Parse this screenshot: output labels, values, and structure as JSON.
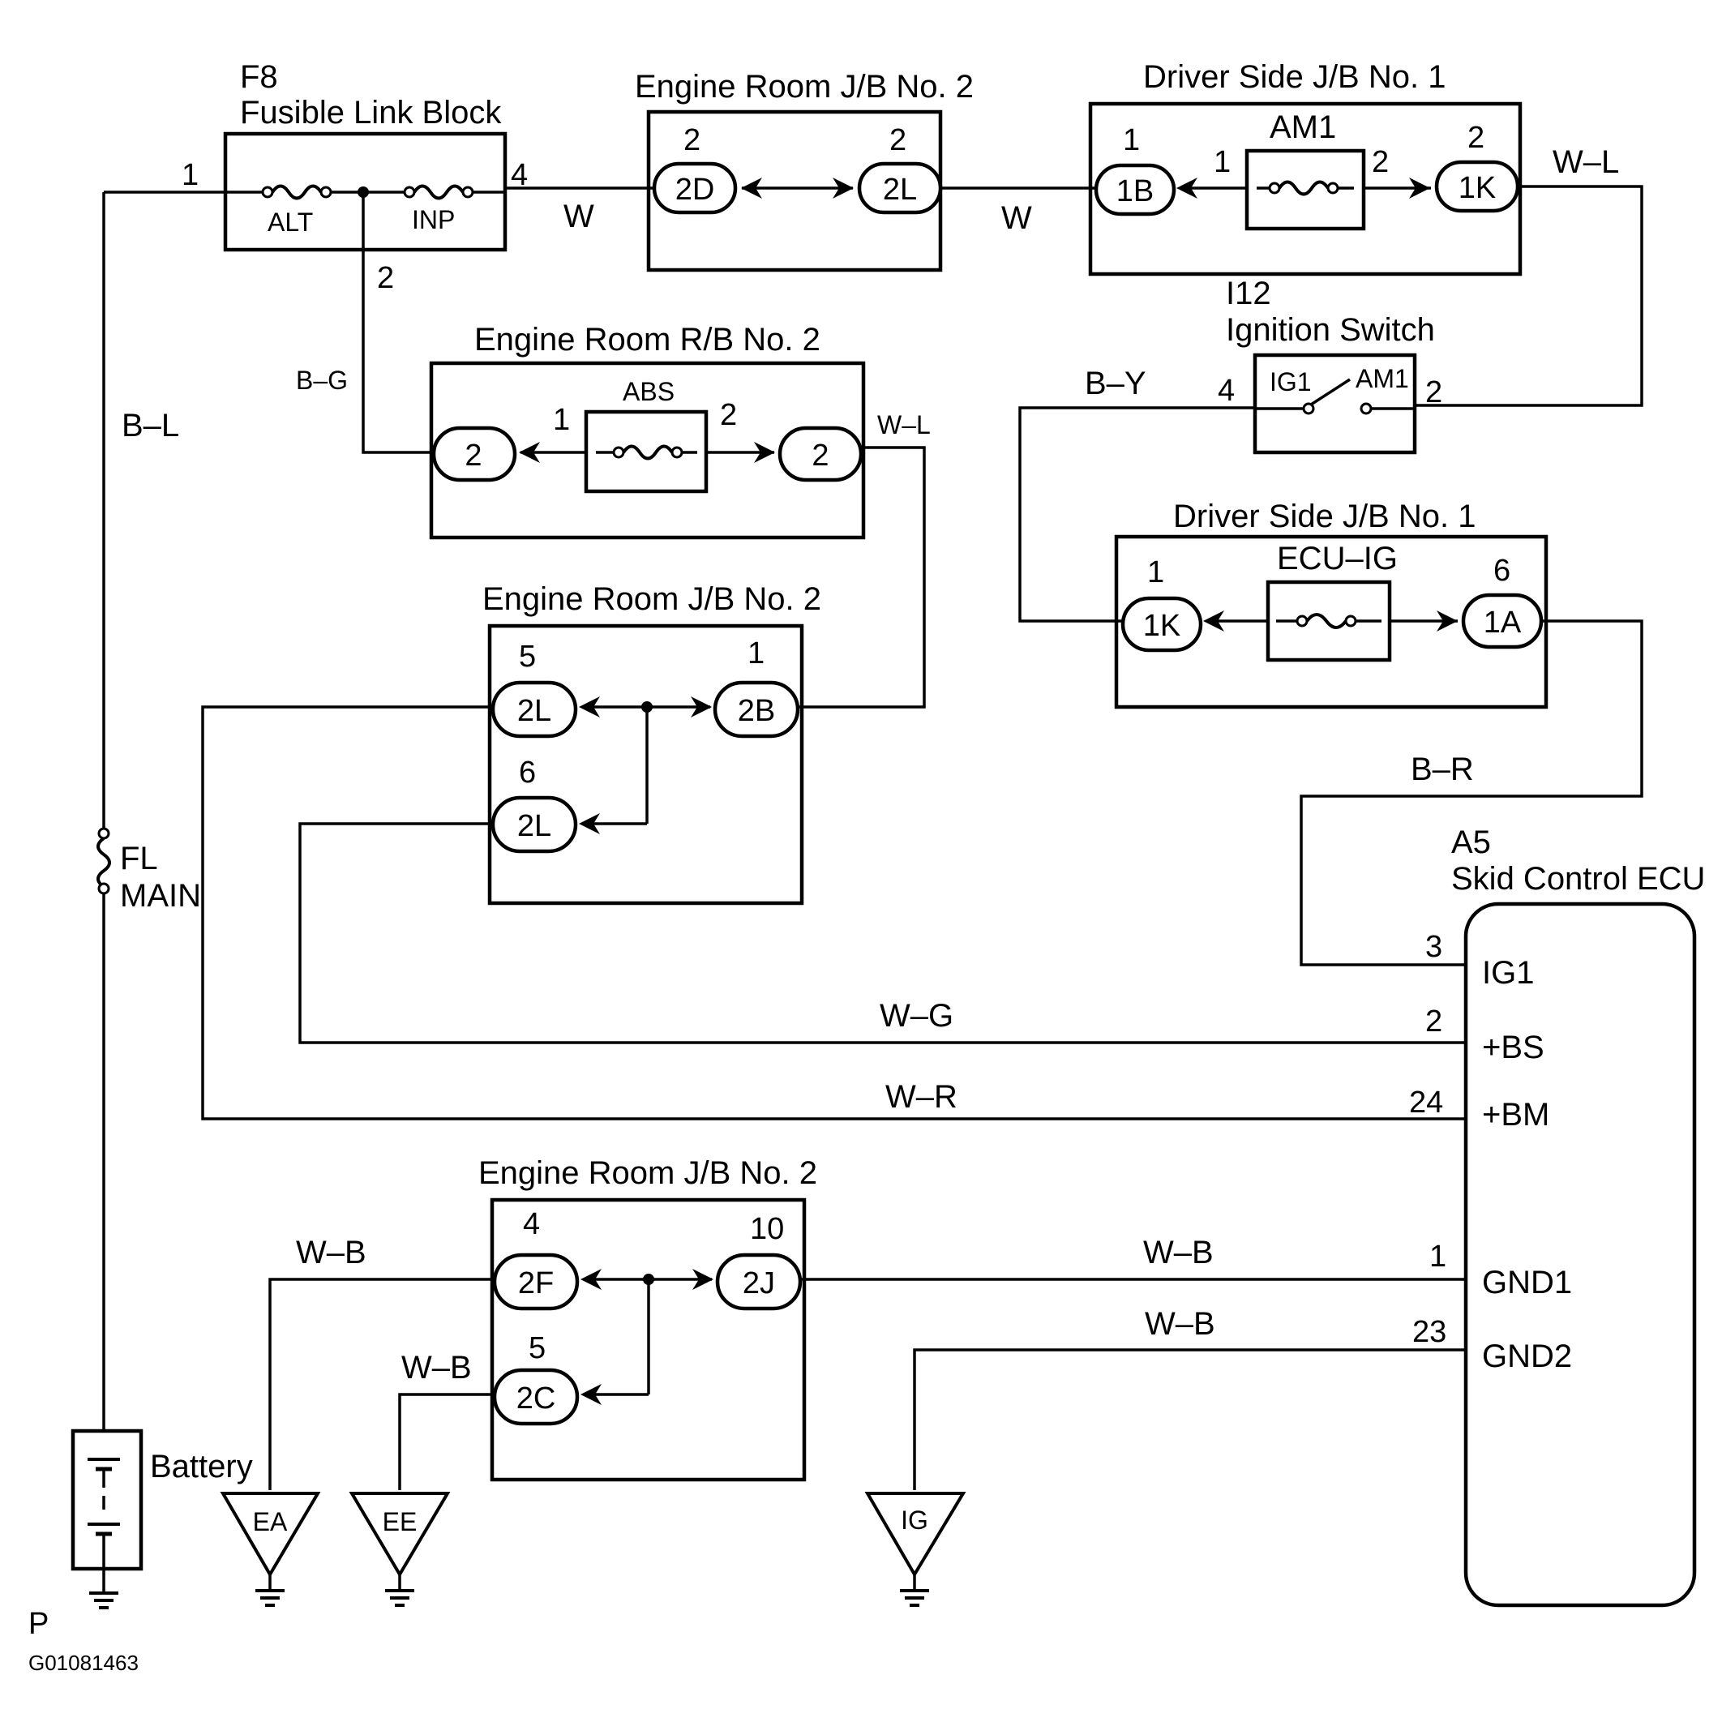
{
  "f8": {
    "code": "F8",
    "name": "Fusible Link Block",
    "fuse_alt": "ALT",
    "fuse_inp": "INP",
    "pin1": "1",
    "pin4": "4",
    "pin2": "2"
  },
  "jb2_top": {
    "title": "Engine Room J/B No. 2",
    "conn_left": "2D",
    "conn_right": "2L",
    "pin_left": "2",
    "pin_right": "2"
  },
  "dsjb1_top": {
    "title": "Driver Side J/B No. 1",
    "fuse": "AM1",
    "conn_left": "1B",
    "conn_right": "1K",
    "pin_left": "1",
    "pin_right": "2",
    "pin_fuse_in": "1",
    "pin_fuse_out": "2"
  },
  "rb2": {
    "title": "Engine Room R/B No. 2",
    "fuse": "ABS",
    "conn_left": "2",
    "conn_right": "2",
    "pin_in": "1",
    "pin_out": "2"
  },
  "ignition": {
    "code": "I12",
    "name": "Ignition Switch",
    "term_ig1": "IG1",
    "term_am1": "AM1",
    "pin4": "4",
    "pin2": "2"
  },
  "dsjb1_mid": {
    "title": "Driver Side J/B No. 1",
    "fuse": "ECU–IG",
    "conn_left": "1K",
    "conn_right": "1A",
    "pin_left": "1",
    "pin_right": "6"
  },
  "jb2_mid": {
    "title": "Engine Room J/B No. 2",
    "conn_a": "2L",
    "conn_b": "2B",
    "conn_c": "2L",
    "pin_a": "5",
    "pin_b": "1",
    "pin_c": "6"
  },
  "jb2_bot": {
    "title": "Engine Room J/B No. 2",
    "conn_a": "2F",
    "conn_b": "2J",
    "conn_c": "2C",
    "pin_a": "4",
    "pin_b": "10",
    "pin_c": "5"
  },
  "ecu": {
    "code": "A5",
    "name": "Skid Control ECU",
    "terminals": [
      {
        "name": "IG1",
        "pin": "3"
      },
      {
        "name": "+BS",
        "pin": "2"
      },
      {
        "name": "+BM",
        "pin": "24"
      },
      {
        "name": "GND1",
        "pin": "1"
      },
      {
        "name": "GND2",
        "pin": "23"
      }
    ]
  },
  "wires": {
    "w_top1": "W",
    "w_top2": "W",
    "wl_top": "W–L",
    "bg": "B–G",
    "bl": "B–L",
    "by": "B–Y",
    "wl_mid": "W–L",
    "br": "B–R",
    "wg": "W–G",
    "wr": "W–R",
    "wb_ea": "W–B",
    "wb_ee": "W–B",
    "wb_gnd1": "W–B",
    "wb_gnd2": "W–B"
  },
  "fl_main": {
    "line1": "FL",
    "line2": "MAIN"
  },
  "battery": "Battery",
  "grounds": {
    "ea": "EA",
    "ee": "EE",
    "ig": "IG"
  },
  "footer": {
    "page_letter": "P",
    "fig_code": "G01081463"
  }
}
